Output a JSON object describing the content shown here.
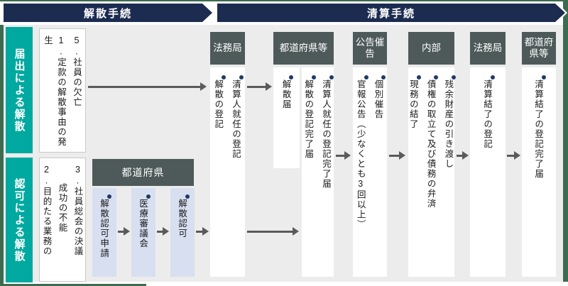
{
  "banners": {
    "dissolution": "解散手続",
    "liquidation": "清算手続"
  },
  "sidebar": {
    "notification": "届出による解散",
    "approval": "認可による解散"
  },
  "causes": {
    "notification": {
      "line1": "1.定款の解散事由の発生",
      "line2": "5.社員の欠亡"
    },
    "approval": {
      "line1": "2.目的たる業務の",
      "line1_cont": "成功の不能",
      "line2": "3.社員総会の決議"
    }
  },
  "approval_flow": {
    "header": "都道府県",
    "steps": [
      "解散認可申請",
      "医療審議会",
      "解散認可"
    ]
  },
  "columns": [
    {
      "header": "法務局",
      "items": [
        "解散の登記",
        "清算人就任の登記"
      ]
    },
    {
      "header": "都道府県等",
      "groups": [
        [
          "解散届"
        ],
        [
          "解散の登記完了届",
          "清算人就任の登記完了届"
        ]
      ]
    },
    {
      "header": "公告催告",
      "items": [
        "官報公告（少なくとも3回以上）",
        "個別催告"
      ]
    },
    {
      "header": "内部",
      "items": [
        "現務の結了",
        "債権の取立て及び債務の弁済",
        "残余財産の引き渡し"
      ]
    },
    {
      "header": "法務局",
      "items": [
        "清算結了の登記"
      ]
    },
    {
      "header": "都道府県等",
      "items": [
        "清算結了の登記完了届"
      ]
    }
  ],
  "colors": {
    "banner_navy": "#1c2b50",
    "sidebar_teal": "#00a9a0",
    "header_slate": "#4e5a5a",
    "step_blue": "#d7dff0",
    "frame_green": "#3e6b50",
    "background_gray": "#ececec",
    "bullet_navy": "#1f3a68",
    "arrow_gray": "#5a5a5a"
  }
}
